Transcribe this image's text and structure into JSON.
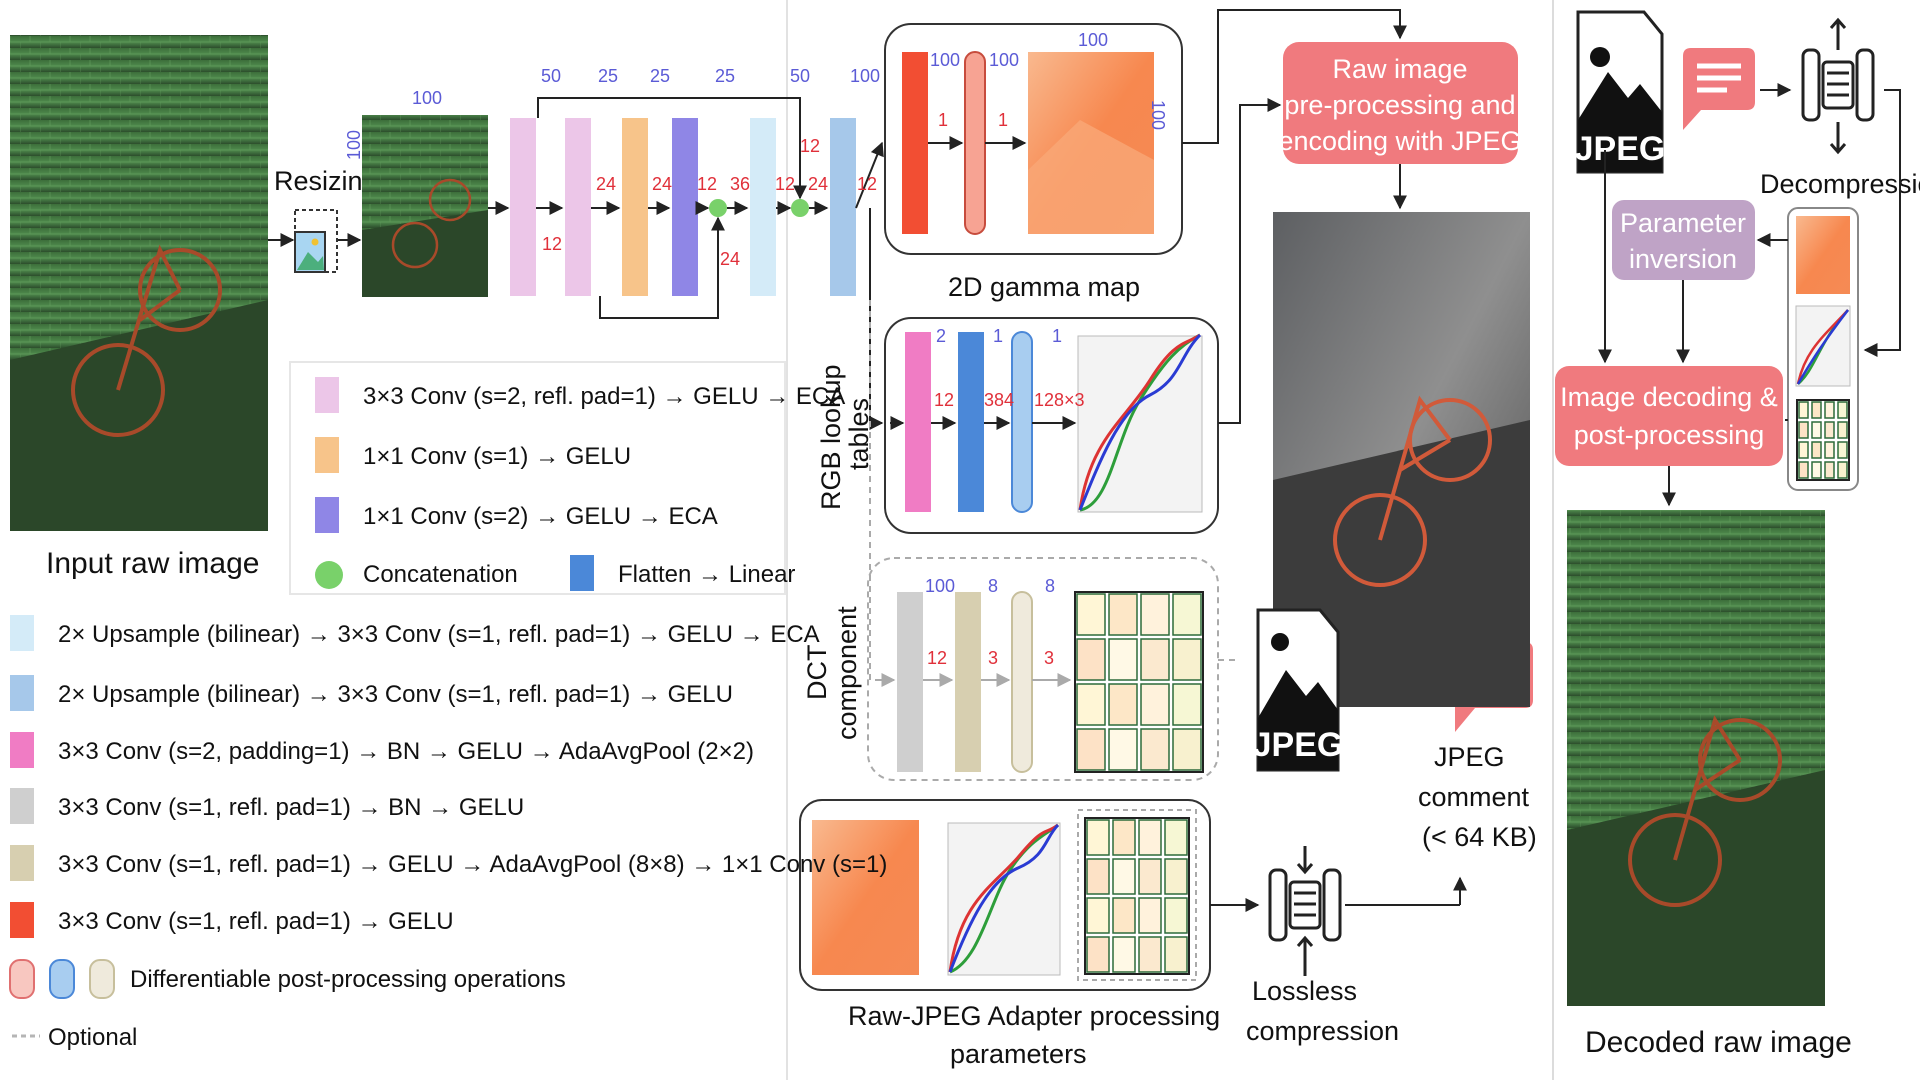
{
  "colors": {
    "pink_conv": "#ecc6e8",
    "orange_conv": "#f7c48a",
    "purple_conv": "#8f86e6",
    "green_concat": "#79d16a",
    "blue_flatten": "#4b88d8",
    "light_blue_upsample_eca": "#d4ebf8",
    "mid_blue_upsample": "#a6c8ea",
    "magenta_conv": "#f07cc4",
    "gray_conv": "#cfcfcf",
    "beige_conv": "#d7cfb0",
    "red_conv": "#f24e33",
    "red_box": "#f07a7e",
    "mauve_box": "#bfa3c6",
    "dark_line": "#222222",
    "dashed_line": "#b5b5b5"
  },
  "icons": [
    "image-icon",
    "jpeg-file-icon",
    "comment-icon",
    "compression-icon",
    "decompression-icon"
  ],
  "labels": {
    "input_raw_image": "Input raw image",
    "resizing": "Resizing",
    "gamma_map": "2D gamma map",
    "rgb_lookup": "RGB lookup",
    "rgb_lookup_2": "tables",
    "dct": "DCT",
    "dct_2": "component",
    "raw_jpeg_params_1": "Raw-JPEG Adapter processing",
    "raw_jpeg_params_2": "parameters",
    "lossless_1": "Lossless",
    "lossless_2": "compression",
    "jpeg_comment_1": "JPEG",
    "jpeg_comment_2": "comment",
    "jpeg_comment_3": "(< 64 KB)",
    "raw_pre_1": "Raw image",
    "raw_pre_2": "pre-processing and",
    "raw_pre_3": "encoding with JPEG",
    "decompression": "Decompression",
    "param_inv_1": "Parameter",
    "param_inv_2": "inversion",
    "decode_1": "Image decoding &",
    "decode_2": "post-processing",
    "decoded_raw": "Decoded raw image",
    "jpeg_text": "JPEG",
    "jpeg_text_2": "JPEG"
  },
  "dims": {
    "input_w": "100",
    "input_h": "100",
    "b1": "50",
    "b2": "25",
    "b3": "25",
    "b4": "25",
    "b5": "50",
    "b6": "100",
    "c12a": "12",
    "c24a": "24",
    "c24b": "24",
    "c12b": "12",
    "c36": "36",
    "c24c": "24",
    "c12c": "12",
    "c12d": "12",
    "c24d": "24",
    "c12e": "12",
    "g100a": "100",
    "g100b": "100",
    "g100c": "100",
    "g100d": "100",
    "g1a": "1",
    "g1b": "1",
    "r2": "2",
    "r1a": "1",
    "r1b": "1",
    "r12": "12",
    "r384": "384",
    "r128": "128×3",
    "d100": "100",
    "d8a": "8",
    "d8b": "8",
    "d12": "12",
    "d3a": "3",
    "d3b": "3"
  },
  "legend": [
    {
      "color": "#ecc6e8",
      "text": "3×3 Conv (s=2, refl. pad=1) → GELU → ECA"
    },
    {
      "color": "#f7c48a",
      "text": "1×1 Conv (s=1) → GELU"
    },
    {
      "color": "#8f86e6",
      "text": "1×1 Conv (s=2) → GELU → ECA"
    },
    {
      "color": "#79d16a",
      "text": "Concatenation"
    },
    {
      "color": "#4b88d8",
      "text": "Flatten → Linear"
    },
    {
      "color": "#d4ebf8",
      "text": "2× Upsample (bilinear) → 3×3 Conv (s=1, refl. pad=1) → GELU → ECA"
    },
    {
      "color": "#a6c8ea",
      "text": "2× Upsample (bilinear) → 3×3 Conv (s=1, refl. pad=1) → GELU"
    },
    {
      "color": "#f07cc4",
      "text": "3×3 Conv (s=2, padding=1) → BN → GELU → AdaAvgPool (2×2)"
    },
    {
      "color": "#cfcfcf",
      "text": "3×3 Conv (s=1, refl. pad=1) → BN → GELU"
    },
    {
      "color": "#d7cfb0",
      "text": "3×3 Conv (s=1, refl. pad=1) → GELU → AdaAvgPool (8×8) → 1×1 Conv (s=1)"
    },
    {
      "color": "#f24e33",
      "text": "3×3 Conv (s=1, refl. pad=1) → GELU"
    },
    {
      "color": "#f8c7c0",
      "text": "Differentiable post-processing operations"
    },
    {
      "color": "#b5b5b5",
      "text": "Optional"
    }
  ]
}
